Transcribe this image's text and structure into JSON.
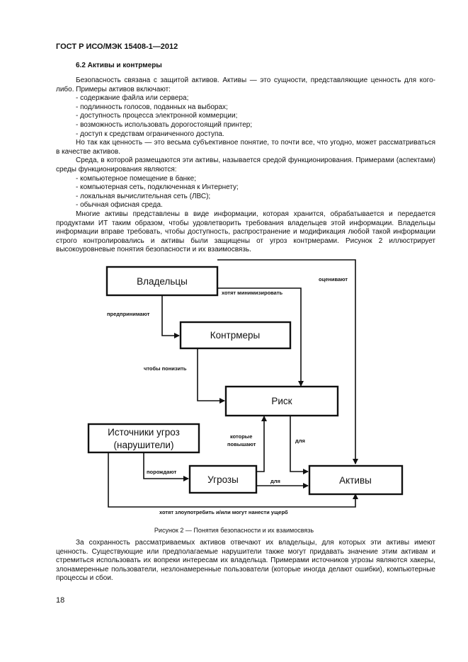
{
  "header": {
    "title": "ГОСТ Р ИСО/МЭК 15408-1—2012"
  },
  "section": {
    "title": "6.2  Активы и контрмеры"
  },
  "block1": {
    "p1": "Безопасность связана с защитой активов. Активы — это сущности, представляющие ценность для кого-либо. Примеры активов включают:",
    "list1": [
      "содержание файла или сервера;",
      "подлинность голосов, поданных на выборах;",
      "доступность процесса электронной коммерции;",
      "возможность использовать дорогостоящий принтер;",
      "доступ к средствам ограниченного доступа."
    ],
    "p2": "Но так как ценность — это весьма субъективное понятие, то почти все, что угодно, может рассматриваться в качестве активов.",
    "p3": "Среда, в которой размещаются эти активы, называется средой функционирования. Примерами (аспектами) среды функционирования являются:",
    "list2": [
      "компьютерное помещение в банке;",
      "компьютерная сеть, подключенная к Интернету;",
      "локальная вычислительная сеть (ЛВС);",
      "обычная офисная среда."
    ],
    "p4": "Многие активы представлены в виде информации, которая хранится, обрабатывается и передается продуктами ИТ таким образом, чтобы удовлетворить требования владельцев этой информации. Владельцы информации вправе требовать, чтобы доступность, распространение и модификация любой такой информации строго контролировались и активы были защищены от угроз контрмерами. Рисунок 2 иллюстрирует высокоуровневые понятия безопасности и их взаимосвязь."
  },
  "diagram": {
    "boxes": {
      "owners": "Владельцы",
      "countermeasures": "Контрмеры",
      "risk": "Риск",
      "threat_sources_line1": "Источники угроз",
      "threat_sources_line2": "(нарушители)",
      "threats": "Угрозы",
      "assets": "Активы"
    },
    "labels": {
      "want_minimize": "хотят минимизировать",
      "value": "оценивают",
      "take": "предпринимают",
      "to_reduce": "чтобы понизить",
      "increase_line1": "которые",
      "increase_line2": "повышают",
      "for_assets": "для",
      "generate": "порождают",
      "for_threats": "для",
      "want_abuse": "хотят злоупотребить и/или могут нанести ущерб"
    }
  },
  "caption": "Рисунок 2 — Понятия безопасности и их взаимосвязь",
  "block2": {
    "p1": "За сохранность рассматриваемых активов отвечают их владельцы, для которых эти активы имеют ценность. Существующие или предполагаемые нарушители также могут придавать значение этим активам и стремиться использовать их вопреки интересам их владельца. Примерами источников угрозы являются хакеры, злонамеренные пользователи, незлонамеренные пользователи (которые иногда делают ошибки), компьютерные процессы и сбои."
  },
  "page": {
    "number": "18"
  }
}
